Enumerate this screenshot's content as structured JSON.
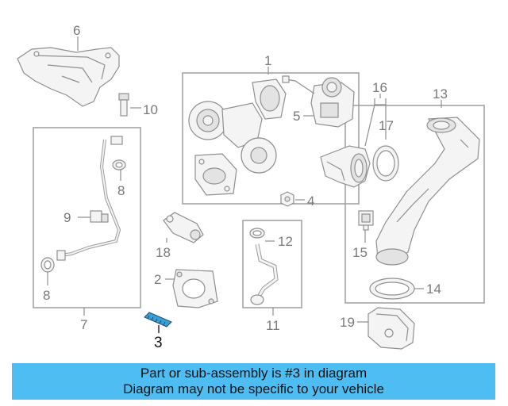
{
  "diagram": {
    "highlight_color": "#3a9fd6",
    "labels": {
      "p1": "1",
      "p2": "2",
      "p3": "3",
      "p4": "4",
      "p5": "5",
      "p6": "6",
      "p7": "7",
      "p8a": "8",
      "p8b": "8",
      "p9": "9",
      "p10": "10",
      "p11": "11",
      "p12": "12",
      "p13": "13",
      "p14": "14",
      "p15": "15",
      "p16": "16",
      "p17": "17",
      "p18": "18",
      "p19": "19"
    }
  },
  "banner": {
    "background": "#4dbdf2",
    "line1": "Part or sub-assembly is #3 in diagram",
    "line2": "Diagram may not be specific to your vehicle"
  }
}
